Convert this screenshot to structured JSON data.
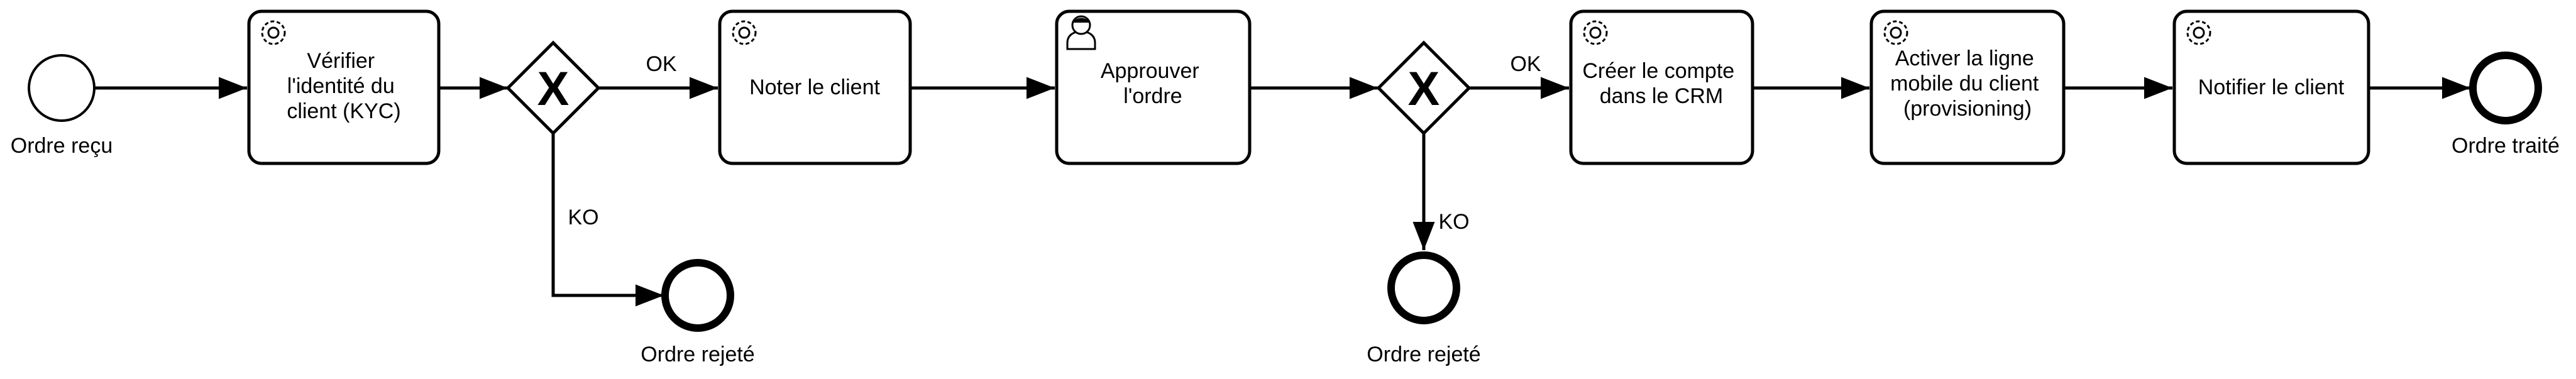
{
  "process": {
    "start_event": {
      "label": "Ordre reçu"
    },
    "tasks": [
      {
        "id": "verify-identity",
        "type": "service",
        "icon": "gear-icon",
        "lines": [
          "Vérifier",
          "l'identité du",
          "client (KYC)"
        ]
      },
      {
        "id": "rate-client",
        "type": "service",
        "icon": "gear-icon",
        "lines": [
          "Noter le client"
        ]
      },
      {
        "id": "approve-order",
        "type": "user",
        "icon": "user-icon",
        "lines": [
          "Approuver",
          "l'ordre"
        ]
      },
      {
        "id": "create-crm-account",
        "type": "service",
        "icon": "gear-icon",
        "lines": [
          "Créer le compte",
          "dans le CRM"
        ]
      },
      {
        "id": "activate-line",
        "type": "service",
        "icon": "gear-icon",
        "lines": [
          "Activer la ligne",
          "mobile du client",
          "(provisioning)"
        ]
      },
      {
        "id": "notify-client",
        "type": "service",
        "icon": "gear-icon",
        "lines": [
          "Notifier le client"
        ]
      }
    ],
    "gateways": [
      {
        "id": "gateway-kyc",
        "marker": "X",
        "ok_label": "OK",
        "ko_label": "KO"
      },
      {
        "id": "gateway-approval",
        "marker": "X",
        "ok_label": "OK",
        "ko_label": "KO"
      }
    ],
    "rejected_events": [
      {
        "label": "Ordre rejeté"
      },
      {
        "label": "Ordre rejeté"
      }
    ],
    "end_event": {
      "label": "Ordre traité"
    }
  }
}
